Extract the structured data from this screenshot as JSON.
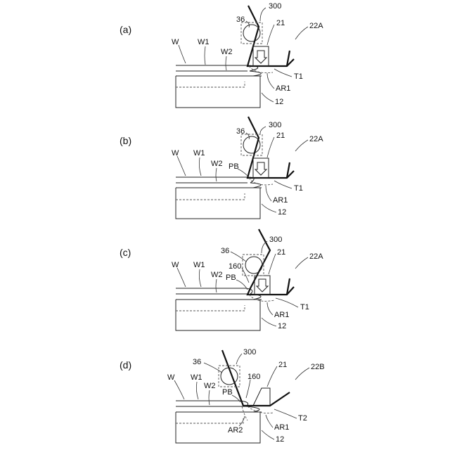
{
  "panels": [
    {
      "label": "(a)",
      "refs": {
        "roller": "36",
        "box": "300",
        "blade": "21",
        "device": "22A",
        "W": "W",
        "W1": "W1",
        "W2": "W2",
        "tape": "T1",
        "area": "AR1",
        "table": "12"
      }
    },
    {
      "label": "(b)",
      "refs": {
        "roller": "36",
        "box": "300",
        "blade": "21",
        "device": "22A",
        "W": "W",
        "W1": "W1",
        "W2": "W2",
        "pb": "PB",
        "tape": "T1",
        "area": "AR1",
        "table": "12"
      }
    },
    {
      "label": "(c)",
      "refs": {
        "roller": "36",
        "box": "300",
        "blade": "21",
        "device": "22A",
        "W": "W",
        "W1": "W1",
        "W2": "W2",
        "pb": "PB",
        "n160": "160",
        "tape": "T1",
        "area": "AR1",
        "table": "12"
      }
    },
    {
      "label": "(d)",
      "refs": {
        "roller": "36",
        "box": "300",
        "blade": "21",
        "device": "22B",
        "W": "W",
        "W1": "W1",
        "W2": "W2",
        "pb": "PB",
        "n160": "160",
        "tape": "T2",
        "area": "AR1",
        "area2": "AR2",
        "table": "12"
      }
    }
  ],
  "icons": {
    "down_arrow": "hollow-down-arrow-icon",
    "roller": "roller-circle-icon"
  }
}
